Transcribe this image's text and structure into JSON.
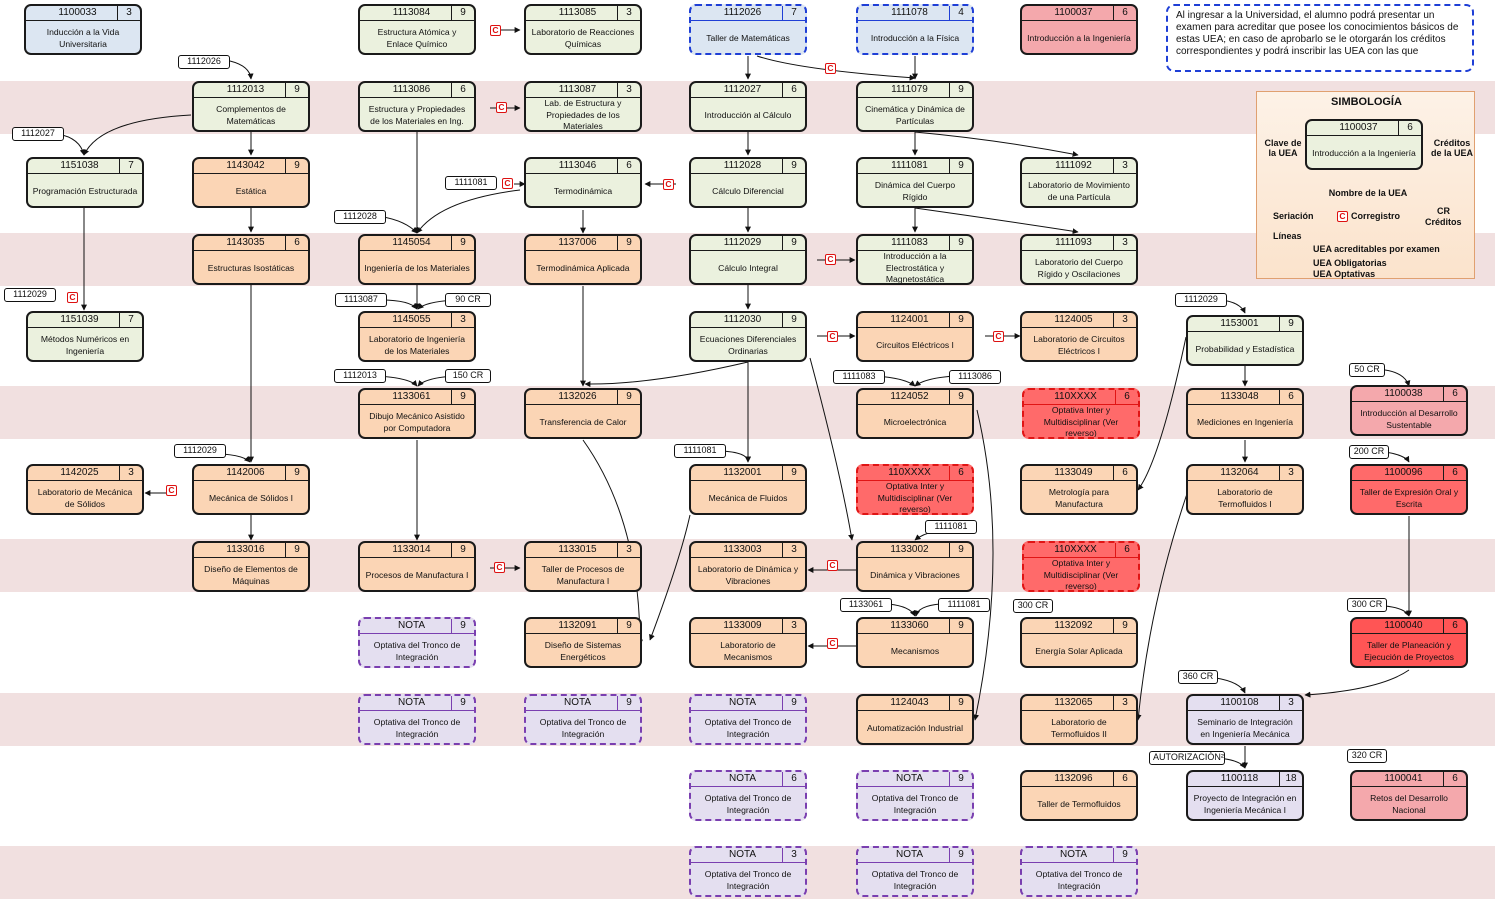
{
  "info_text": "Al ingresar a la Universidad, el alumno podrá presentar un examen para acreditar que posee los conocimientos básicos de estas UEA; en caso de aprobarlo se le otorgarán los créditos correspondientes y podrá inscribir las UEA con las que",
  "legend": {
    "title": "SIMBOLOGÍA",
    "example_code": "1100037",
    "example_cr": "6",
    "example_name": "Introducción a la Ingeniería",
    "clave": "Clave de la UEA",
    "creditos": "Créditos de la UEA",
    "nombre": "Nombre de la UEA",
    "seriacion": "Seriación",
    "correquisito": "Corregistro",
    "cr": "CR",
    "cr_full": "Créditos",
    "lineas": "Líneas",
    "line_exam": "UEA acreditables por examen",
    "line_mand": "UEA Obligatorias",
    "line_opt": "UEA Optativas"
  },
  "colors": {
    "band": "#f1e0e0",
    "green": "#ebf1de",
    "orange": "#fbd5b5",
    "blue": "#dce6f2",
    "pink": "#f4a8ac",
    "red": "#ff6a6a",
    "lavender": "#e4dff0",
    "exam_line": "#1f3fd6",
    "optative_line": "#7a3fb0"
  },
  "c_mark": "C",
  "nodes": [
    {
      "code": "1100033",
      "cr": "3",
      "name": "Inducción a la Vida Universitaria"
    },
    {
      "code": "1113084",
      "cr": "9",
      "name": "Estructura Atómica y Enlace Químico"
    },
    {
      "code": "1113085",
      "cr": "3",
      "name": "Laboratorio de Reacciones Químicas"
    },
    {
      "code": "1112026",
      "cr": "7",
      "name": "Taller de Matemáticas"
    },
    {
      "code": "1111078",
      "cr": "4",
      "name": "Introducción a la Física"
    },
    {
      "code": "1100037",
      "cr": "6",
      "name": "Introducción a la Ingeniería"
    },
    {
      "code": "1112013",
      "cr": "9",
      "name": "Complementos de Matemáticas"
    },
    {
      "code": "1113086",
      "cr": "6",
      "name": "Estructura y Propiedades de los Materiales en Ing."
    },
    {
      "code": "1113087",
      "cr": "3",
      "name": "Lab. de Estructura y Propiedades de los Materiales"
    },
    {
      "code": "1112027",
      "cr": "6",
      "name": "Introducción al Cálculo"
    },
    {
      "code": "1111079",
      "cr": "9",
      "name": "Cinemática y Dinámica de Partículas"
    },
    {
      "code": "1151038",
      "cr": "7",
      "name": "Programación Estructurada"
    },
    {
      "code": "1143042",
      "cr": "9",
      "name": "Estática"
    },
    {
      "code": "1113046",
      "cr": "6",
      "name": "Termodinámica"
    },
    {
      "code": "1112028",
      "cr": "9",
      "name": "Cálculo Diferencial"
    },
    {
      "code": "1111081",
      "cr": "9",
      "name": "Dinámica del Cuerpo Rígido"
    },
    {
      "code": "1111092",
      "cr": "3",
      "name": "Laboratorio de Movimiento de una Partícula"
    },
    {
      "code": "1143035",
      "cr": "6",
      "name": "Estructuras Isostáticas"
    },
    {
      "code": "1145054",
      "cr": "9",
      "name": "Ingeniería de los Materiales"
    },
    {
      "code": "1137006",
      "cr": "9",
      "name": "Termodinámica Aplicada"
    },
    {
      "code": "1112029",
      "cr": "9",
      "name": "Cálculo Integral"
    },
    {
      "code": "1111083",
      "cr": "9",
      "name": "Introducción a la Electrostática y Magnetostática"
    },
    {
      "code": "1111093",
      "cr": "3",
      "name": "Laboratorio del Cuerpo Rígido y Oscilaciones"
    },
    {
      "code": "1151039",
      "cr": "7",
      "name": "Métodos Numéricos en Ingeniería"
    },
    {
      "code": "1145055",
      "cr": "3",
      "name": "Laboratorio de Ingeniería de los Materiales"
    },
    {
      "code": "1112030",
      "cr": "9",
      "name": "Ecuaciones Diferenciales Ordinarias"
    },
    {
      "code": "1124001",
      "cr": "9",
      "name": "Circuitos Eléctricos I"
    },
    {
      "code": "1124005",
      "cr": "3",
      "name": "Laboratorio de Circuitos Eléctricos I"
    },
    {
      "code": "1153001",
      "cr": "9",
      "name": "Probabilidad y Estadística"
    },
    {
      "code": "1133061",
      "cr": "9",
      "name": "Dibujo Mecánico Asistido por Computadora"
    },
    {
      "code": "1132026",
      "cr": "9",
      "name": "Transferencia de Calor"
    },
    {
      "code": "1124052",
      "cr": "9",
      "name": "Microelectrónica"
    },
    {
      "code": "110XXXX",
      "cr": "6",
      "name": "Optativa Inter y Multidisciplinar (Ver reverso)"
    },
    {
      "code": "1133048",
      "cr": "6",
      "name": "Mediciones en Ingeniería"
    },
    {
      "code": "1100038",
      "cr": "6",
      "name": "Introducción al Desarrollo Sustentable"
    },
    {
      "code": "1142025",
      "cr": "3",
      "name": "Laboratorio de Mecánica de Sólidos"
    },
    {
      "code": "1142006",
      "cr": "9",
      "name": "Mecánica de Sólidos I"
    },
    {
      "code": "1132001",
      "cr": "9",
      "name": "Mecánica de Fluidos"
    },
    {
      "code": "110XXXX",
      "cr": "6",
      "name": "Optativa Inter y Multidisciplinar (Ver reverso)"
    },
    {
      "code": "1133049",
      "cr": "6",
      "name": "Metrología para Manufactura"
    },
    {
      "code": "1132064",
      "cr": "3",
      "name": "Laboratorio de Termofluidos I"
    },
    {
      "code": "1100096",
      "cr": "6",
      "name": "Taller de Expresión Oral y Escrita"
    },
    {
      "code": "1133016",
      "cr": "9",
      "name": "Diseño de Elementos de Máquinas"
    },
    {
      "code": "1133014",
      "cr": "9",
      "name": "Procesos de Manufactura I"
    },
    {
      "code": "1133015",
      "cr": "3",
      "name": "Taller de Procesos de Manufactura I"
    },
    {
      "code": "1133003",
      "cr": "3",
      "name": "Laboratorio de Dinámica y Vibraciones"
    },
    {
      "code": "1133002",
      "cr": "9",
      "name": "Dinámica y Vibraciones"
    },
    {
      "code": "110XXXX",
      "cr": "6",
      "name": "Optativa Inter y Multidisciplinar (Ver reverso)"
    },
    {
      "code": "NOTA",
      "cr": "9",
      "name": "Optativa del Tronco de Integración"
    },
    {
      "code": "1132091",
      "cr": "9",
      "name": "Diseño de Sistemas Energéticos"
    },
    {
      "code": "1133009",
      "cr": "3",
      "name": "Laboratorio de Mecanismos"
    },
    {
      "code": "1133060",
      "cr": "9",
      "name": "Mecanismos"
    },
    {
      "code": "1132092",
      "cr": "9",
      "name": "Energía Solar Aplicada"
    },
    {
      "code": "1100040",
      "cr": "6",
      "name": "Taller de Planeación y Ejecución de Proyectos"
    },
    {
      "code": "NOTA",
      "cr": "9",
      "name": "Optativa del Tronco de Integración"
    },
    {
      "code": "NOTA",
      "cr": "9",
      "name": "Optativa del Tronco de Integración"
    },
    {
      "code": "NOTA",
      "cr": "9",
      "name": "Optativa del Tronco de Integración"
    },
    {
      "code": "1124043",
      "cr": "9",
      "name": "Automatización Industrial"
    },
    {
      "code": "1132065",
      "cr": "3",
      "name": "Laboratorio de Termofluidos II"
    },
    {
      "code": "1100108",
      "cr": "3",
      "name": "Seminario de Integración en Ingeniería Mecánica"
    },
    {
      "code": "NOTA",
      "cr": "6",
      "name": "Optativa del Tronco de Integración"
    },
    {
      "code": "NOTA",
      "cr": "9",
      "name": "Optativa del Tronco de Integración"
    },
    {
      "code": "1132096",
      "cr": "6",
      "name": "Taller de Termofluidos"
    },
    {
      "code": "1100118",
      "cr": "18",
      "name": "Proyecto de Integración en Ingeniería Mecánica I"
    },
    {
      "code": "1100041",
      "cr": "6",
      "name": "Retos del Desarrollo Nacional"
    },
    {
      "code": "NOTA",
      "cr": "3",
      "name": "Optativa del Tronco de Integración"
    },
    {
      "code": "NOTA",
      "cr": "9",
      "name": "Optativa del Tronco de Integración"
    },
    {
      "code": "NOTA",
      "cr": "9",
      "name": "Optativa del Tronco de Integración"
    }
  ],
  "tags": [
    "1112026",
    "1112027",
    "1111081",
    "1112028",
    "1112029",
    "1113087",
    "90 CR",
    "1112013",
    "150 CR",
    "1111083",
    "1113086",
    "1112029",
    "50 CR",
    "1112029",
    "1111081",
    "200 CR",
    "1111081",
    "1133061",
    "1111081",
    "300 CR",
    "300 CR",
    "360 CR",
    "AUTORIZACIÓN²",
    "320 CR"
  ]
}
